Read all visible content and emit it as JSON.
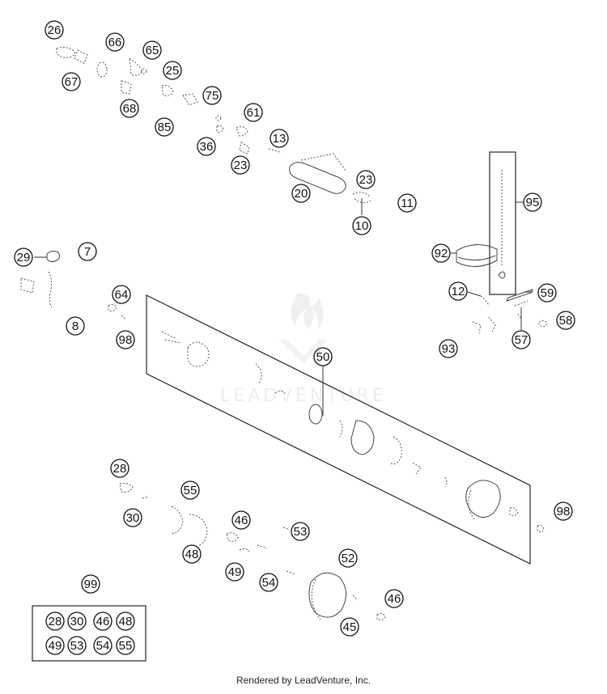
{
  "watermark": {
    "text": "LEADVENTURE"
  },
  "footer": {
    "text": "Rendered by LeadVenture, Inc."
  },
  "callouts": [
    {
      "id": "c1",
      "label": "26"
    },
    {
      "id": "c2",
      "label": "66"
    },
    {
      "id": "c3",
      "label": "65"
    },
    {
      "id": "c4",
      "label": "67"
    },
    {
      "id": "c5",
      "label": "25"
    },
    {
      "id": "c6",
      "label": "68"
    },
    {
      "id": "c7",
      "label": "75"
    },
    {
      "id": "c8",
      "label": "85"
    },
    {
      "id": "c9",
      "label": "61"
    },
    {
      "id": "c10",
      "label": "36"
    },
    {
      "id": "c11",
      "label": "13"
    },
    {
      "id": "c12",
      "label": "23"
    },
    {
      "id": "c13",
      "label": "23"
    },
    {
      "id": "c14",
      "label": "20"
    },
    {
      "id": "c15",
      "label": "11"
    },
    {
      "id": "c16",
      "label": "10"
    },
    {
      "id": "c17",
      "label": "95"
    },
    {
      "id": "c18",
      "label": "29"
    },
    {
      "id": "c19",
      "label": "7"
    },
    {
      "id": "c20",
      "label": "92"
    },
    {
      "id": "c21",
      "label": "64"
    },
    {
      "id": "c22",
      "label": "8"
    },
    {
      "id": "c23",
      "label": "98"
    },
    {
      "id": "c24",
      "label": "12"
    },
    {
      "id": "c25",
      "label": "59"
    },
    {
      "id": "c26",
      "label": "58"
    },
    {
      "id": "c27",
      "label": "93"
    },
    {
      "id": "c28",
      "label": "57"
    },
    {
      "id": "c29",
      "label": "50"
    },
    {
      "id": "c30",
      "label": "28"
    },
    {
      "id": "c31",
      "label": "55"
    },
    {
      "id": "c32",
      "label": "30"
    },
    {
      "id": "c33",
      "label": "98"
    },
    {
      "id": "c34",
      "label": "46"
    },
    {
      "id": "c35",
      "label": "53"
    },
    {
      "id": "c36",
      "label": "48"
    },
    {
      "id": "c37",
      "label": "52"
    },
    {
      "id": "c38",
      "label": "49"
    },
    {
      "id": "c39",
      "label": "54"
    },
    {
      "id": "c40",
      "label": "99"
    },
    {
      "id": "c41",
      "label": "46"
    },
    {
      "id": "c42",
      "label": "45"
    }
  ],
  "kit_box": {
    "labels": [
      "28",
      "30",
      "46",
      "48",
      "49",
      "53",
      "54",
      "55"
    ]
  }
}
